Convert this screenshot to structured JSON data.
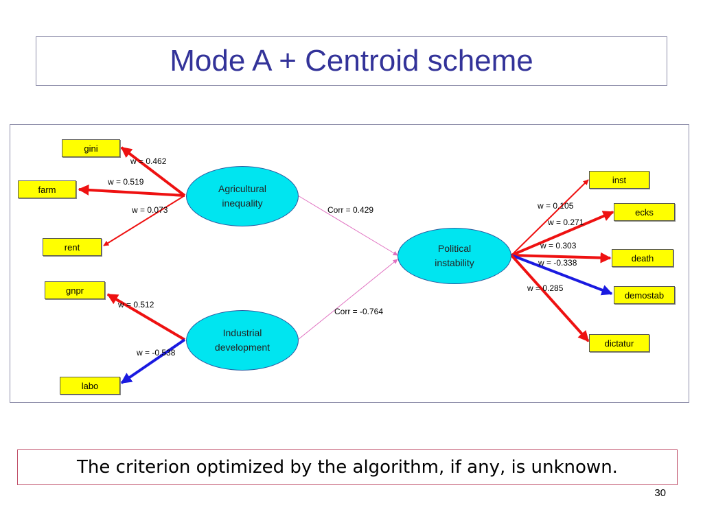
{
  "slide": {
    "title": "Mode A + Centroid scheme",
    "note": "The criterion optimized by the algorithm, if any, is unknown.",
    "page_number": "30"
  },
  "diagram": {
    "colors": {
      "positive_weight": "#ee1111",
      "negative_weight": "#1a1ae0",
      "correlation": "#e070c0",
      "latent_fill": "#00e5f0",
      "manifest_fill": "#ffff00"
    },
    "latents": {
      "agri": "Agricultural\ninequality",
      "ind": "Industrial\ndevelopment",
      "pol": "Political\ninstability"
    },
    "manifests": {
      "gini": "gini",
      "farm": "farm",
      "rent": "rent",
      "gnpr": "gnpr",
      "labo": "labo",
      "inst": "inst",
      "ecks": "ecks",
      "death": "death",
      "demostab": "demostab",
      "dictatur": "dictatur"
    },
    "weights": {
      "gini": "w = 0.462",
      "farm": "w = 0.519",
      "rent": "w = 0.073",
      "gnpr": "w = 0.512",
      "labo": "w = -0.538",
      "inst": "w = 0.105",
      "ecks": "w = 0.271",
      "death": "w = 0.303",
      "demostab": "w = -0.338",
      "dictatur": "w = 0.285"
    },
    "correlations": {
      "agri_pol": "Corr = 0.429",
      "ind_pol": "Corr = -0.764"
    }
  }
}
